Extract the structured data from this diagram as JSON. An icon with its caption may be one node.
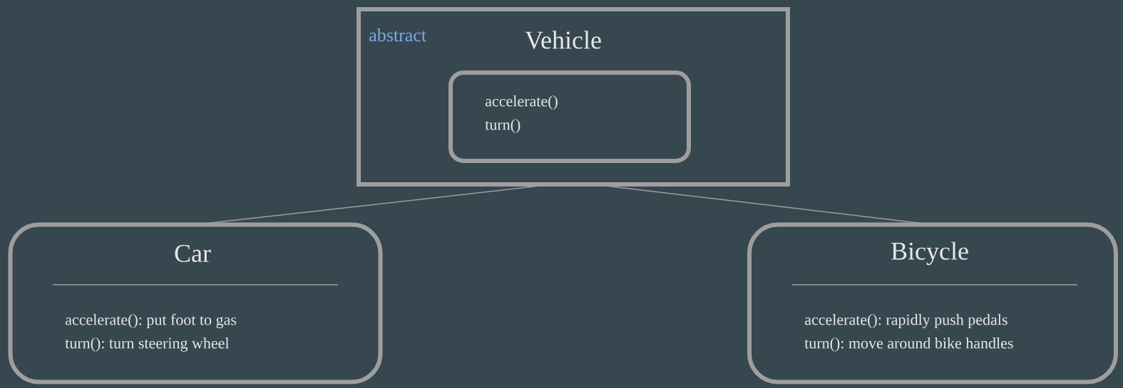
{
  "diagram": {
    "nodes": [
      {
        "text": [
          "abstract",
          "Vehicle"
        ]
      },
      {
        "text": [
          "accelerate()",
          "turn()"
        ],
        "in": 0
      },
      {
        "text": [
          "Car",
          "accelerate(): put foot to gas",
          "turn(): turn steering wheel"
        ]
      },
      {
        "text": [
          "Bicycle",
          "accelerate(): rapidly push pedals",
          "turn(): move around bike handles"
        ]
      }
    ],
    "edges": [
      {
        "from": 0,
        "to": 2,
        "arrow": "to"
      },
      {
        "from": 0,
        "to": 3,
        "arrow": "to"
      }
    ]
  }
}
